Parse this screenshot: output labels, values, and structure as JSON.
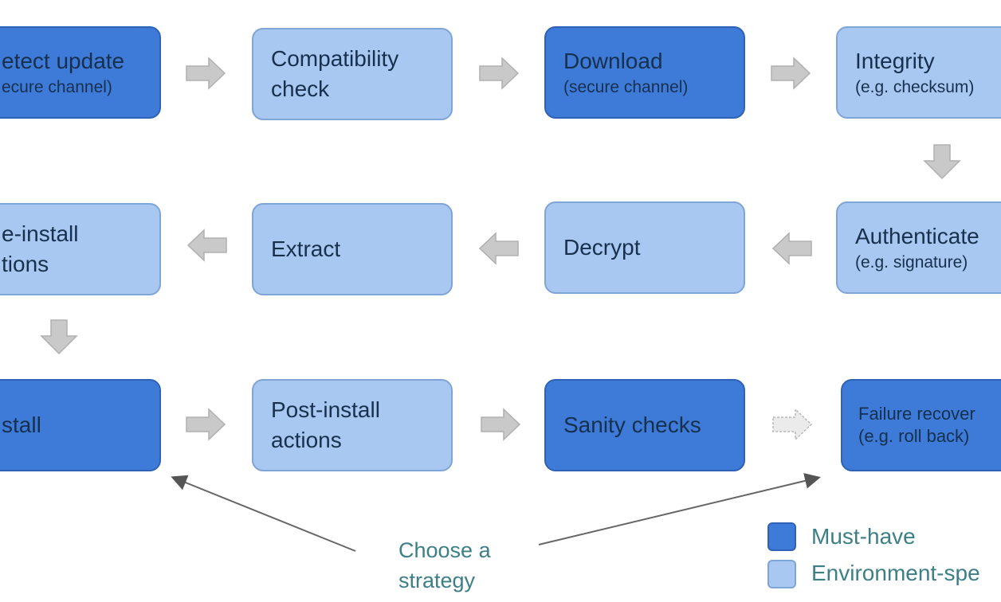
{
  "colors": {
    "must_have": "#3e7bd9",
    "environment_specific": "#a9c8f1",
    "arrow": "#c9c9c9",
    "annotation": "#3d7f86"
  },
  "steps": [
    {
      "id": "detect",
      "title": "etect update",
      "sub": "ecure channel)",
      "category": "must_have"
    },
    {
      "id": "compat",
      "title": "Compatibility",
      "sub": "check",
      "category": "environment_specific"
    },
    {
      "id": "download",
      "title": "Download",
      "sub": "(secure channel)",
      "category": "must_have"
    },
    {
      "id": "integrity",
      "title": "Integrity",
      "sub": "(e.g. checksum)",
      "category": "environment_specific"
    },
    {
      "id": "preinstall",
      "title": "e-install",
      "sub": "tions",
      "category": "environment_specific"
    },
    {
      "id": "extract",
      "title": "Extract",
      "sub": "",
      "category": "environment_specific"
    },
    {
      "id": "decrypt",
      "title": "Decrypt",
      "sub": "",
      "category": "environment_specific"
    },
    {
      "id": "authenticate",
      "title": "Authenticate",
      "sub": "(e.g. signature)",
      "category": "environment_specific"
    },
    {
      "id": "install",
      "title": "stall",
      "sub": "",
      "category": "must_have"
    },
    {
      "id": "postinstall",
      "title": "Post-install",
      "sub": "actions",
      "category": "environment_specific"
    },
    {
      "id": "sanity",
      "title": "Sanity checks",
      "sub": "",
      "category": "must_have"
    },
    {
      "id": "failure",
      "title": "Failure recover",
      "sub": "(e.g. roll back)",
      "category": "must_have"
    }
  ],
  "annotation": {
    "text_line1": "Choose a",
    "text_line2": "strategy"
  },
  "legend": [
    {
      "label": "Must-have",
      "color": "#3e7bd9"
    },
    {
      "label": "Environment-spe",
      "color": "#a9c8f1"
    }
  ]
}
